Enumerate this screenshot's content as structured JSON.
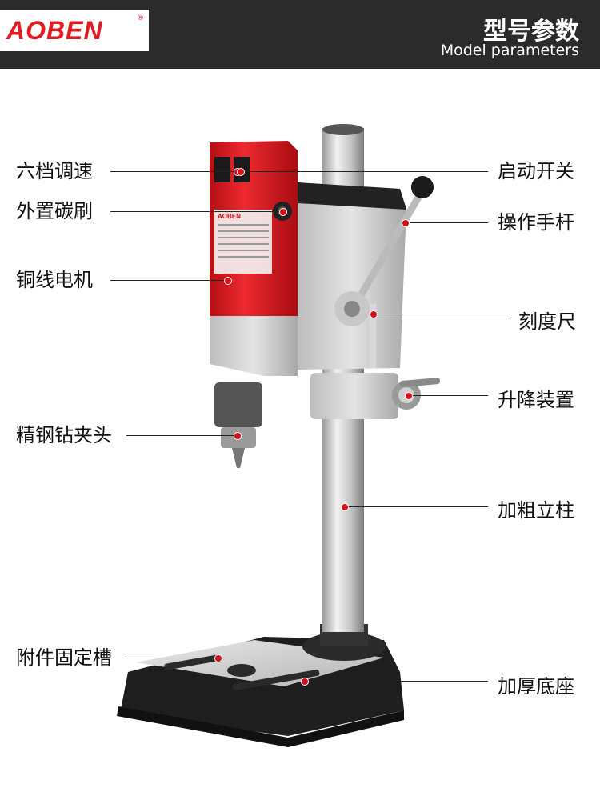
{
  "header": {
    "brand": "AOBEN",
    "title_cn": "型号参数",
    "title_en": "Model parameters"
  },
  "left_labels": [
    "六档调速",
    "外置碳刷",
    "铜线电机",
    "精钢钻夹头",
    "附件固定槽"
  ],
  "right_labels": [
    "启动开关",
    "操作手杆",
    "刻度尺",
    "升降装置",
    "加粗立柱",
    "加厚底座"
  ],
  "colors": {
    "brand_red": "#e11b22",
    "header_bg": "#2b2b2b",
    "marker_red": "#d3101a"
  }
}
